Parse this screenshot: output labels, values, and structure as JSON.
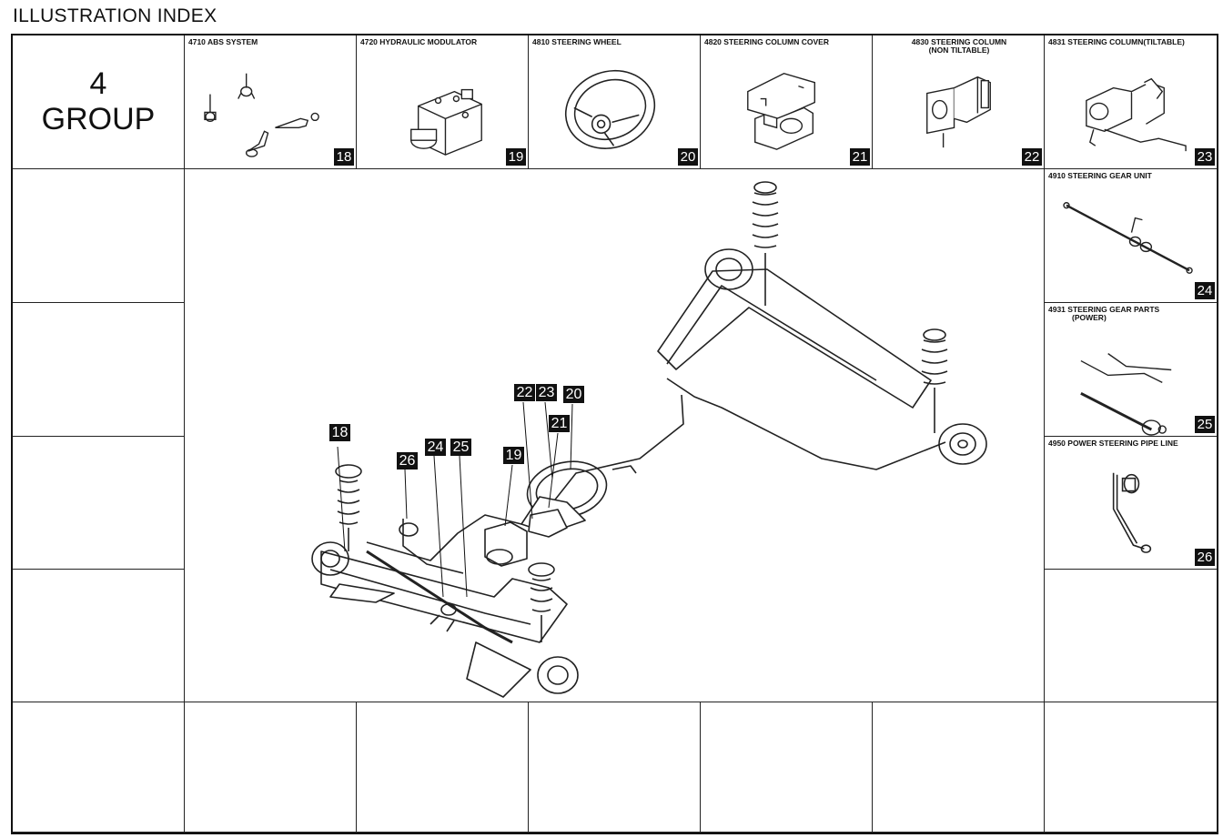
{
  "page": {
    "title": "ILLUSTRATION INDEX"
  },
  "group": {
    "number": "4",
    "label": "GROUP"
  },
  "top_row": [
    {
      "caption": "4710 ABS SYSTEM",
      "page": "18"
    },
    {
      "caption": "4720 HYDRAULIC MODULATOR",
      "page": "19"
    },
    {
      "caption": "4810 STEERING WHEEL",
      "page": "20"
    },
    {
      "caption": "4820 STEERING COLUMN COVER",
      "page": "21"
    },
    {
      "caption": "4830 STEERING COLUMN",
      "caption2": "(NON TILTABLE)",
      "page": "22"
    },
    {
      "caption": "4831 STEERING COLUMN(TILTABLE)",
      "page": "23"
    }
  ],
  "right_column": [
    {
      "caption": "4910 STEERING GEAR UNIT",
      "page": "24"
    },
    {
      "caption": "4931 STEERING GEAR PARTS",
      "caption2": "(POWER)",
      "page": "25"
    },
    {
      "caption": "4950 POWER STEERING PIPE LINE",
      "page": "26"
    }
  ],
  "callouts": [
    "18",
    "26",
    "24",
    "25",
    "19",
    "22",
    "23",
    "20",
    "21"
  ]
}
